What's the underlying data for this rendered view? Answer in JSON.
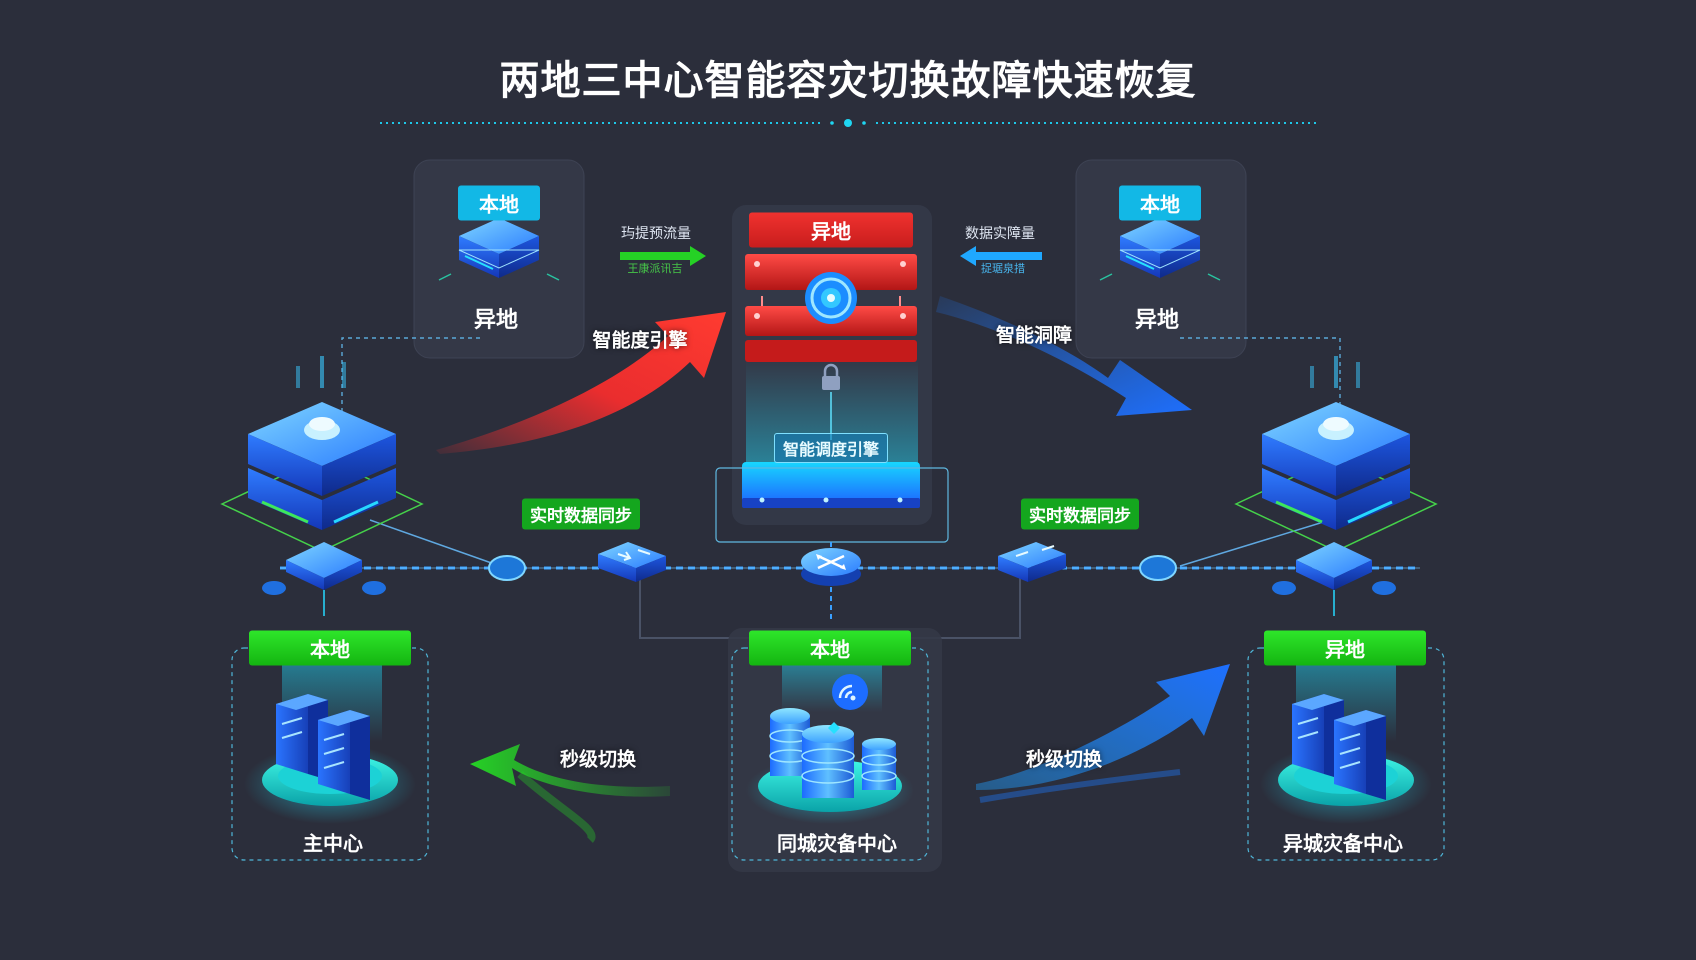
{
  "title": "两地三中心智能容灾切换故障快速恢复",
  "colors": {
    "background": "#2b2e3b",
    "accent_cyan": "#12b8e6",
    "tag_red": "#e52b2b",
    "tag_green": "#22d11d",
    "arrow_red": "#ff2d2d",
    "arrow_blue": "#1e7bff",
    "arrow_green": "#2bd12b",
    "link_line": "#3aa0ff"
  },
  "top_left_node": {
    "tag": "本地",
    "name": "异地"
  },
  "top_right_node": {
    "tag": "本地",
    "name": "异地"
  },
  "center_node": {
    "tag": "异地",
    "engine_label": "智能调度引擎"
  },
  "top_left_note": {
    "line1": "玙提预流量",
    "line2": "王康派讯吉"
  },
  "top_right_note": {
    "line1": "数据实障量",
    "line2": "捉琚泉措"
  },
  "arrow_red": {
    "label": "智能度引擎"
  },
  "arrow_blue_top": {
    "label": "智能洞障"
  },
  "sync_left": {
    "label": "实时数据同步"
  },
  "sync_right": {
    "label": "实时数据同步"
  },
  "bottom_left_center": {
    "tag": "本地",
    "name": "主中心"
  },
  "bottom_mid_center": {
    "tag": "本地",
    "name": "同城灾备中心"
  },
  "bottom_right_center": {
    "tag": "异地",
    "name": "异城灾备中心"
  },
  "switch_left": {
    "label": "秒级切换"
  },
  "switch_right": {
    "label": "秒级切换"
  },
  "icons": {
    "top_left_node": "server-stack-icon",
    "top_right_node": "server-stack-icon",
    "center_rack": "red-server-rack-icon",
    "center_security": "lock-icon",
    "left_datacenter": "server-cube-icon",
    "right_datacenter": "server-cube-icon",
    "switches": "network-switch-icon",
    "core_router": "router-icon",
    "database": "database-cylinders-icon",
    "signal": "wifi-signal-icon",
    "main_servers": "server-cabinet-icon"
  }
}
